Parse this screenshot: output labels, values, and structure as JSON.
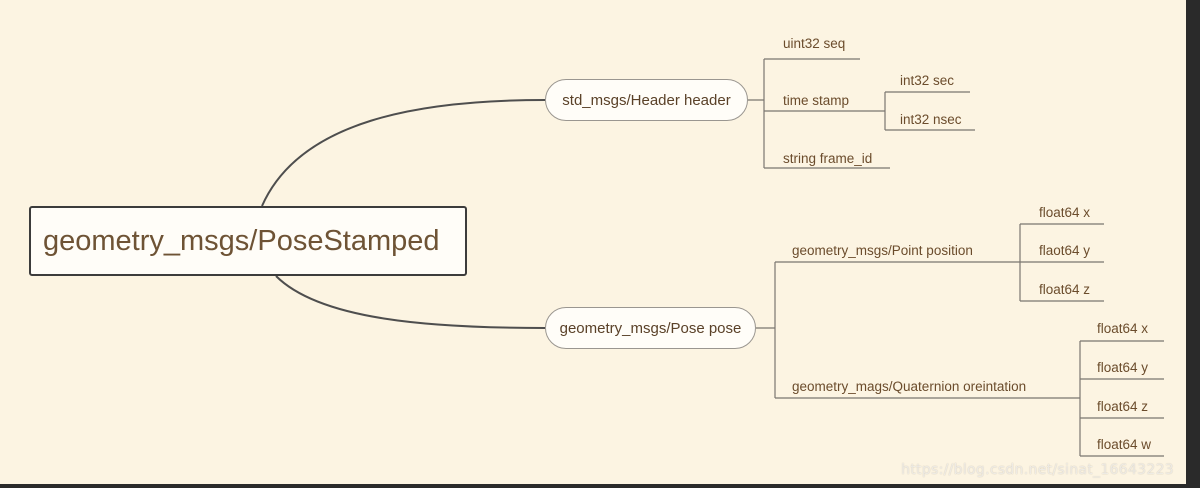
{
  "root": {
    "label": "geometry_msgs/PoseStamped"
  },
  "header_node": {
    "label": "std_msgs/Header  header",
    "children": {
      "seq": "uint32 seq",
      "stamp": {
        "label": "time stamp",
        "children": {
          "sec": "int32 sec",
          "nsec": "int32 nsec"
        }
      },
      "frame_id": "string frame_id"
    }
  },
  "pose_node": {
    "label": "geometry_msgs/Pose pose",
    "children": {
      "position": {
        "label": "geometry_msgs/Point  position",
        "children": [
          "float64 x",
          "flaot64 y",
          "float64 z"
        ]
      },
      "orientation": {
        "label": "geometry_mags/Quaternion oreintation",
        "children": [
          "float64 x",
          "float64 y",
          "float64 z",
          "float64 w"
        ]
      }
    }
  },
  "watermark": "https://blog.csdn.net/sinat_16643223",
  "colors": {
    "background": "#fcf4e2",
    "line": "#5c5c5c",
    "text": "#6b4c2c"
  }
}
